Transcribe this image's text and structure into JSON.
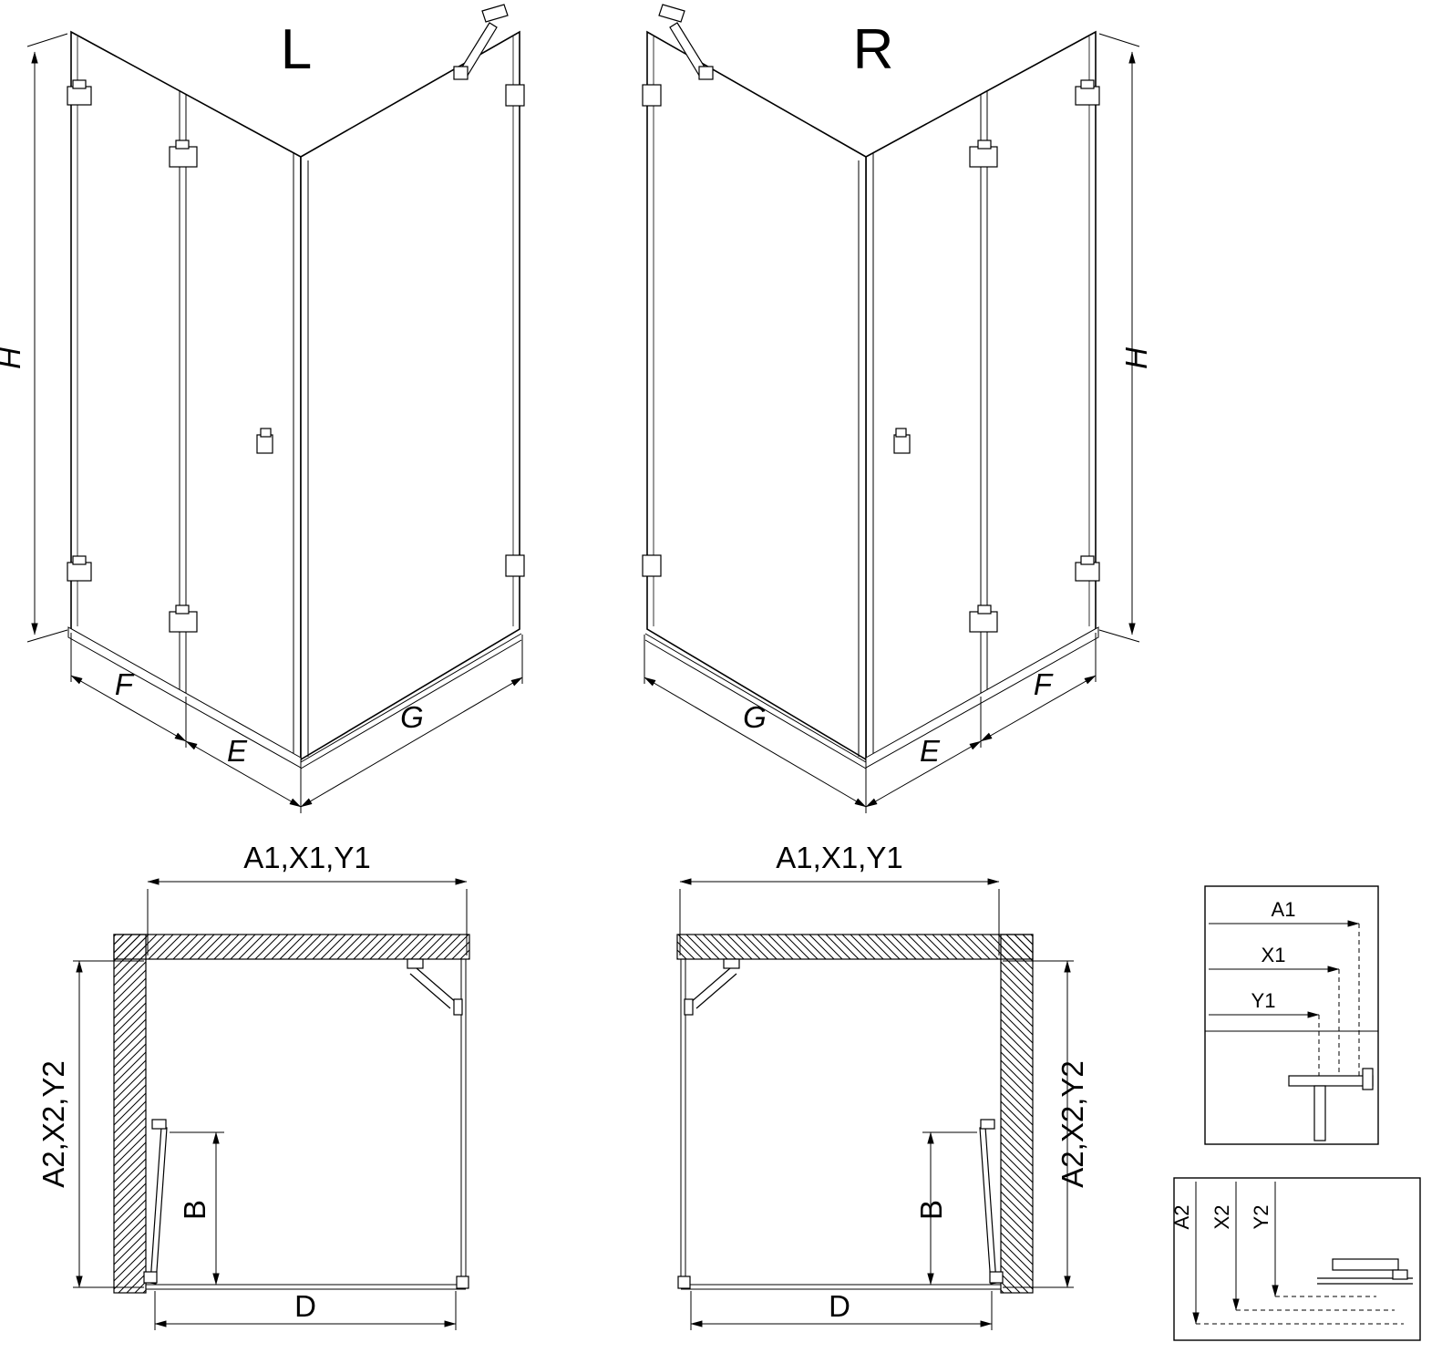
{
  "colors": {
    "line": "#000000",
    "background": "#ffffff"
  },
  "views": {
    "left3d": {
      "label": "L",
      "dim_h": "H",
      "dim_f": "F",
      "dim_e": "E",
      "dim_g": "G"
    },
    "right3d": {
      "label": "R",
      "dim_h": "H",
      "dim_f": "F",
      "dim_e": "E",
      "dim_g": "G"
    },
    "plan_left": {
      "dim_width": "A1,X1,Y1",
      "dim_depth": "A2,X2,Y2",
      "dim_door": "B",
      "dim_opening": "D"
    },
    "plan_right": {
      "dim_width": "A1,X1,Y1",
      "dim_depth": "A2,X2,Y2",
      "dim_door": "B",
      "dim_opening": "D"
    },
    "detail_width": {
      "row1": "A1",
      "row2": "X1",
      "row3": "Y1"
    },
    "detail_depth": {
      "col1": "A2",
      "col2": "X2",
      "col3": "Y2"
    }
  }
}
